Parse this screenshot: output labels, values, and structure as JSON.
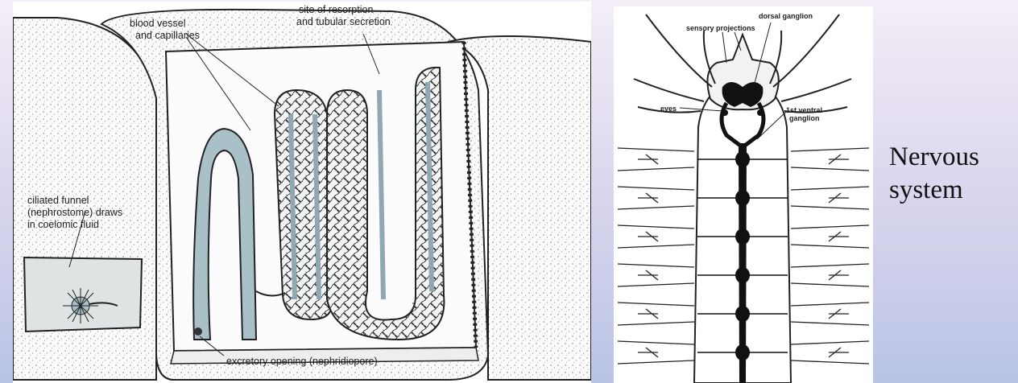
{
  "excretory_diagram": {
    "labels": {
      "blood_vessel_line1": "blood vessel",
      "blood_vessel_line2": "and capillaries",
      "resorption_line1": "site of resorption",
      "resorption_line2": "and tubular secretion",
      "funnel_line1": "ciliated funnel",
      "funnel_line2": "(nephrostome) draws",
      "funnel_line3": "in coelomic fluid",
      "opening": "excretory opening (nephridiopore)"
    }
  },
  "nervous_diagram": {
    "labels": {
      "dorsal_ganglion": "dorsal ganglion",
      "sensory_projections": "sensory projections",
      "eyes": "eyes",
      "ventral_line1": "1st ventral",
      "ventral_line2": "ganglion"
    }
  },
  "side_caption": {
    "line1": "Nervous",
    "line2": "system"
  },
  "colors": {
    "vessel_fill": "#a9c0c8",
    "ink": "#1e1e1e"
  }
}
